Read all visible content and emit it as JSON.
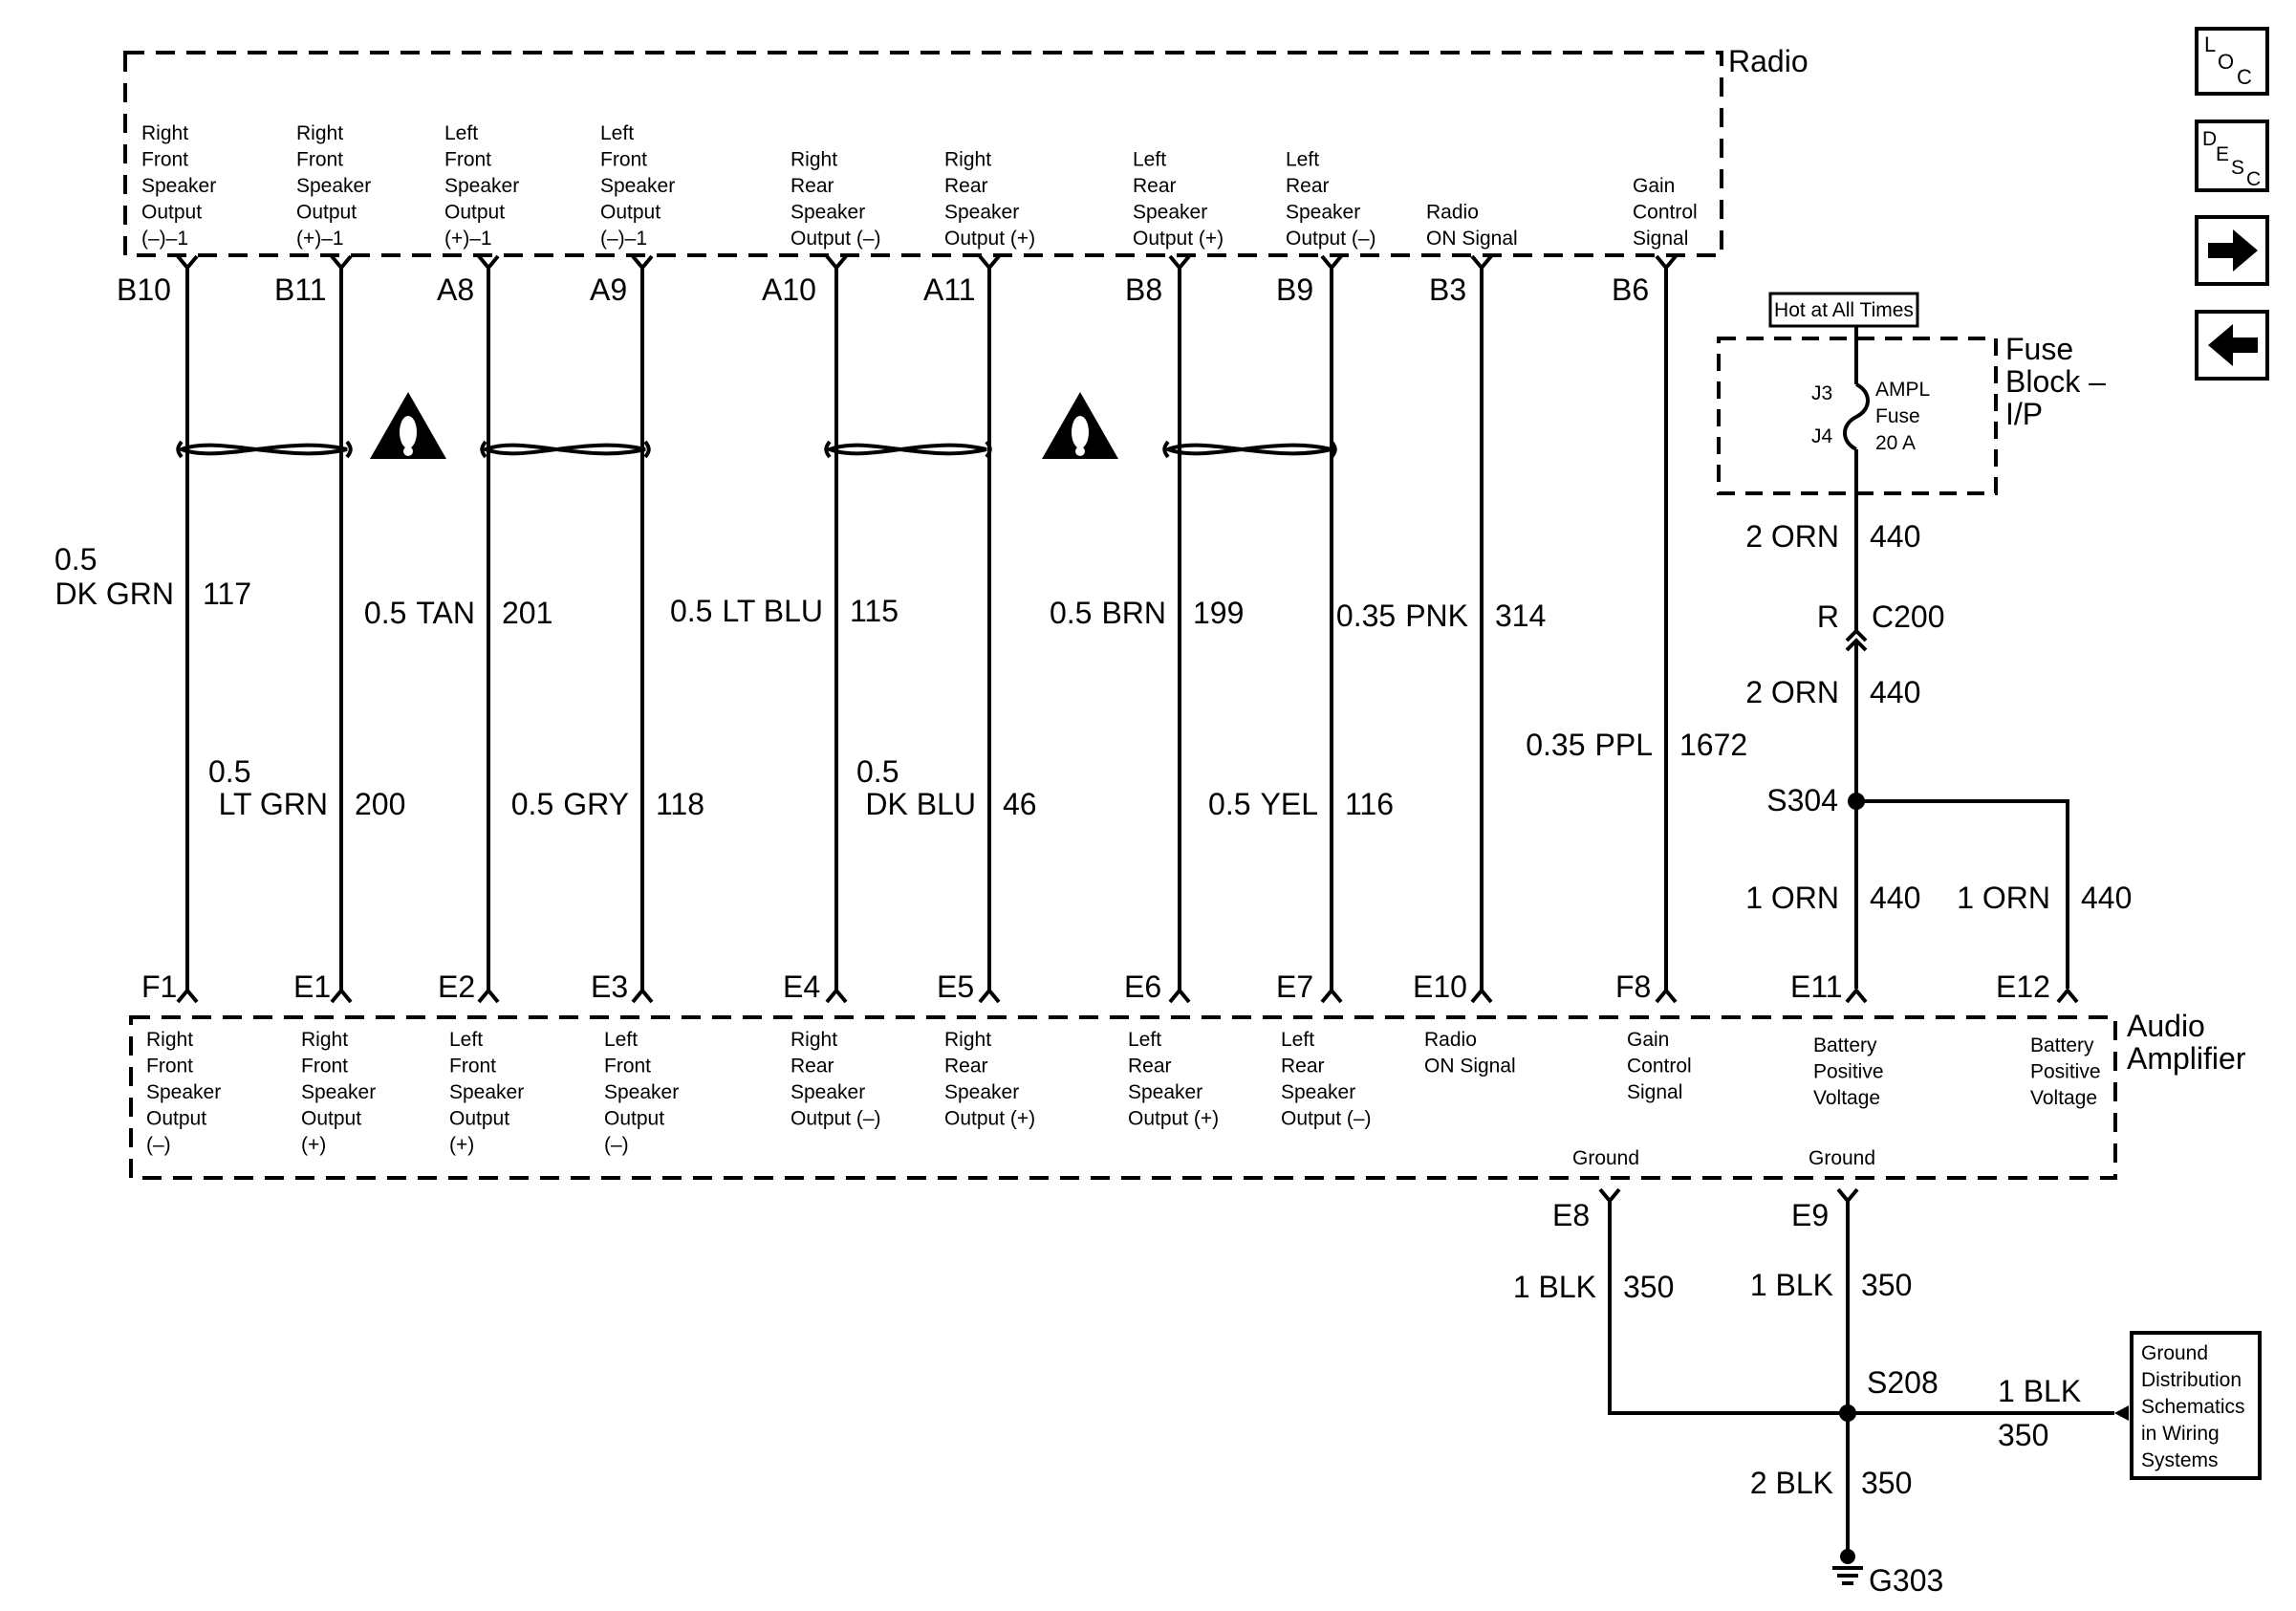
{
  "radio": {
    "title": "Radio",
    "terminals": [
      {
        "lines": [
          "Right",
          "Front",
          "Speaker",
          "Output",
          "(–)–1"
        ],
        "pin": "B10"
      },
      {
        "lines": [
          "Right",
          "Front",
          "Speaker",
          "Output",
          "(+)–1"
        ],
        "pin": "B11"
      },
      {
        "lines": [
          "Left",
          "Front",
          "Speaker",
          "Output",
          "(+)–1"
        ],
        "pin": "A8"
      },
      {
        "lines": [
          "Left",
          "Front",
          "Speaker",
          "Output",
          "(–)–1"
        ],
        "pin": "A9"
      },
      {
        "lines": [
          "Right",
          "Rear",
          "Speaker",
          "Output (–)"
        ],
        "pin": "A10"
      },
      {
        "lines": [
          "Right",
          "Rear",
          "Speaker",
          "Output (+)"
        ],
        "pin": "A11"
      },
      {
        "lines": [
          "Left",
          "Rear",
          "Speaker",
          "Output (+)"
        ],
        "pin": "B8"
      },
      {
        "lines": [
          "Left",
          "Rear",
          "Speaker",
          "Output (–)"
        ],
        "pin": "B9"
      },
      {
        "lines": [
          "Radio",
          "ON Signal"
        ],
        "pin": "B3"
      },
      {
        "lines": [
          "Gain",
          "Control",
          "Signal"
        ],
        "pin": "B6"
      }
    ]
  },
  "amplifier": {
    "title_line1": "Audio",
    "title_line2": "Amplifier",
    "terminals": [
      {
        "lines": [
          "Right",
          "Front",
          "Speaker",
          "Output",
          "(–)"
        ],
        "pin": "F1"
      },
      {
        "lines": [
          "Right",
          "Front",
          "Speaker",
          "Output",
          "(+)"
        ],
        "pin": "E1"
      },
      {
        "lines": [
          "Left",
          "Front",
          "Speaker",
          "Output",
          "(+)"
        ],
        "pin": "E2"
      },
      {
        "lines": [
          "Left",
          "Front",
          "Speaker",
          "Output",
          "(–)"
        ],
        "pin": "E3"
      },
      {
        "lines": [
          "Right",
          "Rear",
          "Speaker",
          "Output (–)"
        ],
        "pin": "E4"
      },
      {
        "lines": [
          "Right",
          "Rear",
          "Speaker",
          "Output (+)"
        ],
        "pin": "E5"
      },
      {
        "lines": [
          "Left",
          "Rear",
          "Speaker",
          "Output (+)"
        ],
        "pin": "E6"
      },
      {
        "lines": [
          "Left",
          "Rear",
          "Speaker",
          "Output (–)"
        ],
        "pin": "E7"
      },
      {
        "lines": [
          "Radio",
          "ON Signal"
        ],
        "pin": "E10"
      },
      {
        "lines": [
          "Gain",
          "Control",
          "Signal"
        ],
        "pin": "F8"
      },
      {
        "lines": [
          "Battery",
          "Positive",
          "Voltage"
        ],
        "pin": "E11"
      },
      {
        "lines": [
          "Battery",
          "Positive",
          "Voltage"
        ],
        "pin": "E12"
      }
    ],
    "grounds": [
      {
        "label": "Ground",
        "pin": "E8"
      },
      {
        "label": "Ground",
        "pin": "E9"
      }
    ]
  },
  "wires": [
    {
      "size": "0.5",
      "color": "DK GRN",
      "circuit": "117"
    },
    {
      "size": "0.5",
      "color": "LT GRN",
      "circuit": "200"
    },
    {
      "size": "0.5",
      "color": "TAN",
      "circuit": "201"
    },
    {
      "size": "0.5",
      "color": "GRY",
      "circuit": "118"
    },
    {
      "size": "0.5",
      "color": "LT BLU",
      "circuit": "115"
    },
    {
      "size": "0.5",
      "color": "DK BLU",
      "circuit": "46"
    },
    {
      "size": "0.5",
      "color": "BRN",
      "circuit": "199"
    },
    {
      "size": "0.5",
      "color": "YEL",
      "circuit": "116"
    },
    {
      "size": "0.35",
      "color": "PNK",
      "circuit": "314"
    },
    {
      "size": "0.35",
      "color": "PPL",
      "circuit": "1672"
    }
  ],
  "fuse_block": {
    "hot_label": "Hot at All Times",
    "title_lines": [
      "Fuse",
      "Block –",
      "I/P"
    ],
    "pin_top": "J3",
    "pin_bottom": "J4",
    "fuse_lines": [
      "AMPL",
      "Fuse",
      "20 A"
    ]
  },
  "power_circuit": {
    "wire_top": {
      "label": "2 ORN",
      "circuit": "440"
    },
    "connector": {
      "pin": "R",
      "name": "C200"
    },
    "wire_mid": {
      "label": "2 ORN",
      "circuit": "440"
    },
    "splice": "S304",
    "wire_left": {
      "label": "1 ORN",
      "circuit": "440"
    },
    "wire_right": {
      "label": "1 ORN",
      "circuit": "440"
    }
  },
  "ground_circuit": {
    "wire_e8": {
      "label": "1 BLK",
      "circuit": "350"
    },
    "wire_e9": {
      "label": "1 BLK",
      "circuit": "350"
    },
    "splice": "S208",
    "wire_ext": {
      "label": "1 BLK",
      "circuit": "350"
    },
    "wire_down": {
      "label": "2 BLK",
      "circuit": "350"
    },
    "ground_point": "G303",
    "reference_lines": [
      "Ground",
      "Distribution",
      "Schematics",
      "in Wiring",
      "Systems"
    ]
  },
  "nav": {
    "loc": {
      "l": "L",
      "o": "O",
      "c": "C"
    },
    "desc": {
      "d": "D",
      "e": "E",
      "s": "S",
      "c": "C"
    },
    "next_icon": "arrow-right-icon",
    "prev_icon": "arrow-left-icon"
  }
}
